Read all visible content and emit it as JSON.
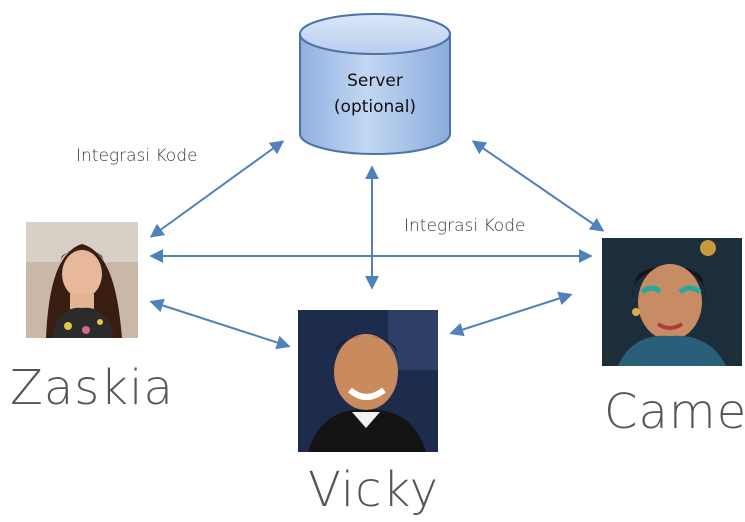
{
  "server": {
    "line1": "Server",
    "line2": "(optional)"
  },
  "edges": {
    "label_left": "Integrasi Kode",
    "label_right": "Integrasi Kode"
  },
  "people": {
    "zaskia": {
      "name": "Zaskia",
      "photo": "woman-portrait-photo"
    },
    "vicky": {
      "name": "Vicky",
      "photo": "man-portrait-photo"
    },
    "camel": {
      "name": "Camel",
      "photo": "woman-portrait-photo"
    }
  },
  "colors": {
    "arrow": "#4f81bd",
    "server_fill": "#a9c4ea",
    "server_stroke": "#4a74a8"
  }
}
